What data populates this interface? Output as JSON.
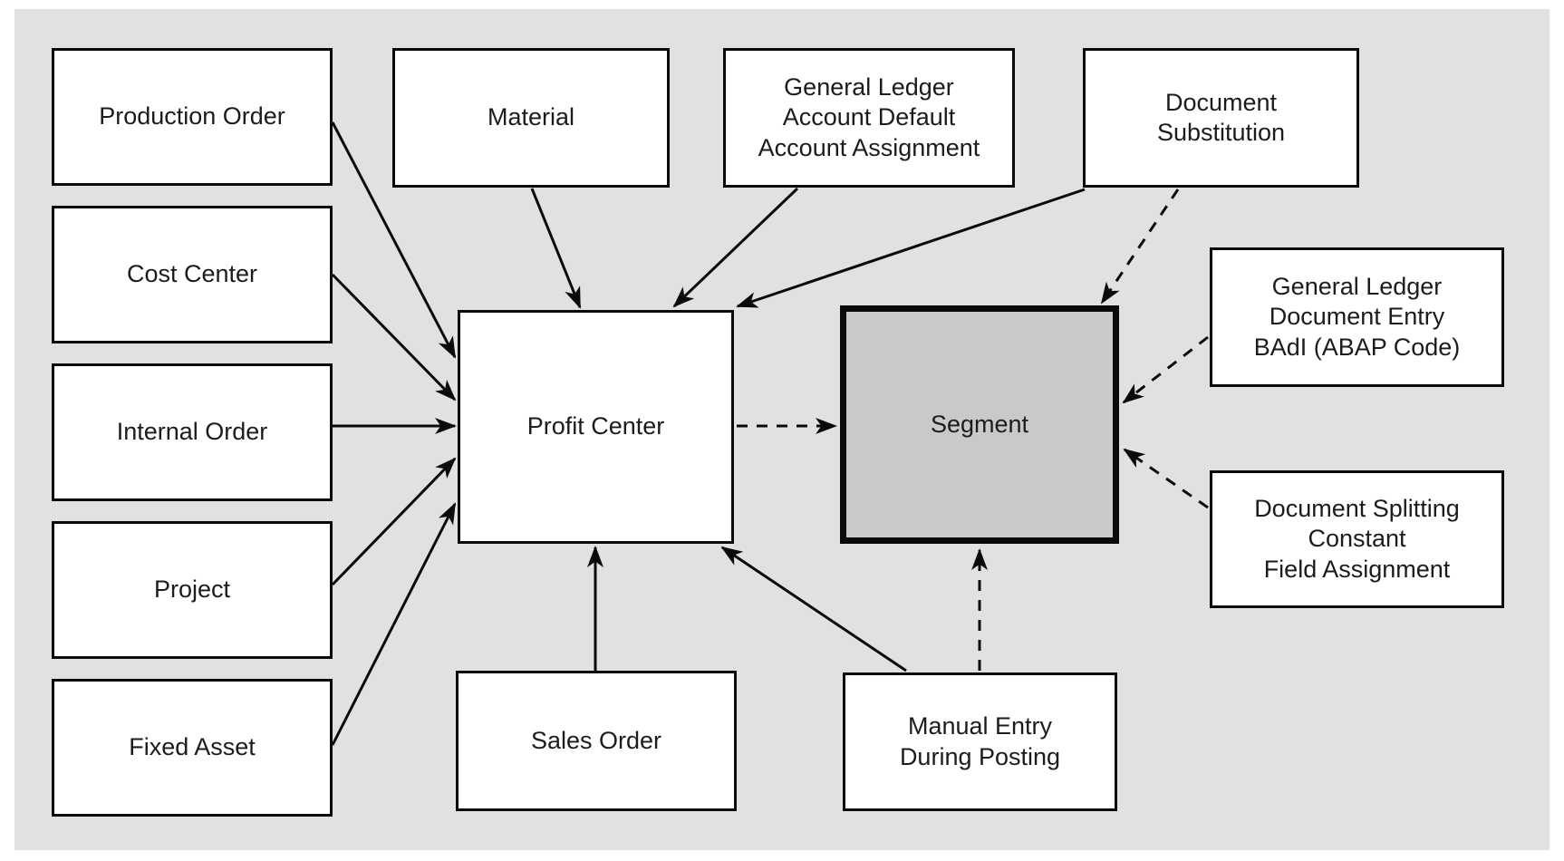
{
  "figure": {
    "type": "flow-diagram",
    "description": "Derivation sources of Profit Center and Segment fields",
    "background": "#ffffff",
    "canvas_fill": "#e1e1e1",
    "node_fill": "#ffffff",
    "highlight_node_fill": "#c9c9c9",
    "stroke_color": "#0a0a0a",
    "text_color": "#1c1c1e"
  },
  "nodes": [
    {
      "id": "production-order",
      "label": "Production Order"
    },
    {
      "id": "cost-center",
      "label": "Cost Center"
    },
    {
      "id": "internal-order",
      "label": "Internal Order"
    },
    {
      "id": "project",
      "label": "Project"
    },
    {
      "id": "fixed-asset",
      "label": "Fixed Asset"
    },
    {
      "id": "material",
      "label": "Material"
    },
    {
      "id": "gl-account-default",
      "label": "General Ledger\nAccount Default\nAccount Assignment"
    },
    {
      "id": "document-substitution",
      "label": "Document\nSubstitution"
    },
    {
      "id": "profit-center",
      "label": "Profit Center"
    },
    {
      "id": "segment",
      "label": "Segment"
    },
    {
      "id": "gl-document-entry-badi",
      "label": "General Ledger\nDocument Entry\nBAdI (ABAP Code)"
    },
    {
      "id": "document-splitting",
      "label": "Document Splitting\nConstant\nField Assignment"
    },
    {
      "id": "sales-order",
      "label": "Sales Order"
    },
    {
      "id": "manual-entry",
      "label": "Manual Entry\nDuring Posting"
    }
  ],
  "edges": [
    {
      "from": "production-order",
      "to": "profit-center",
      "style": "solid"
    },
    {
      "from": "cost-center",
      "to": "profit-center",
      "style": "solid"
    },
    {
      "from": "internal-order",
      "to": "profit-center",
      "style": "solid"
    },
    {
      "from": "project",
      "to": "profit-center",
      "style": "solid"
    },
    {
      "from": "fixed-asset",
      "to": "profit-center",
      "style": "solid"
    },
    {
      "from": "material",
      "to": "profit-center",
      "style": "solid"
    },
    {
      "from": "gl-account-default",
      "to": "profit-center",
      "style": "solid"
    },
    {
      "from": "document-substitution",
      "to": "profit-center",
      "style": "solid"
    },
    {
      "from": "sales-order",
      "to": "profit-center",
      "style": "solid"
    },
    {
      "from": "manual-entry",
      "to": "profit-center",
      "style": "solid"
    },
    {
      "from": "profit-center",
      "to": "segment",
      "style": "dashed"
    },
    {
      "from": "document-substitution",
      "to": "segment",
      "style": "dashed"
    },
    {
      "from": "gl-document-entry-badi",
      "to": "segment",
      "style": "dashed"
    },
    {
      "from": "document-splitting",
      "to": "segment",
      "style": "dashed"
    },
    {
      "from": "manual-entry",
      "to": "segment",
      "style": "dashed"
    }
  ]
}
